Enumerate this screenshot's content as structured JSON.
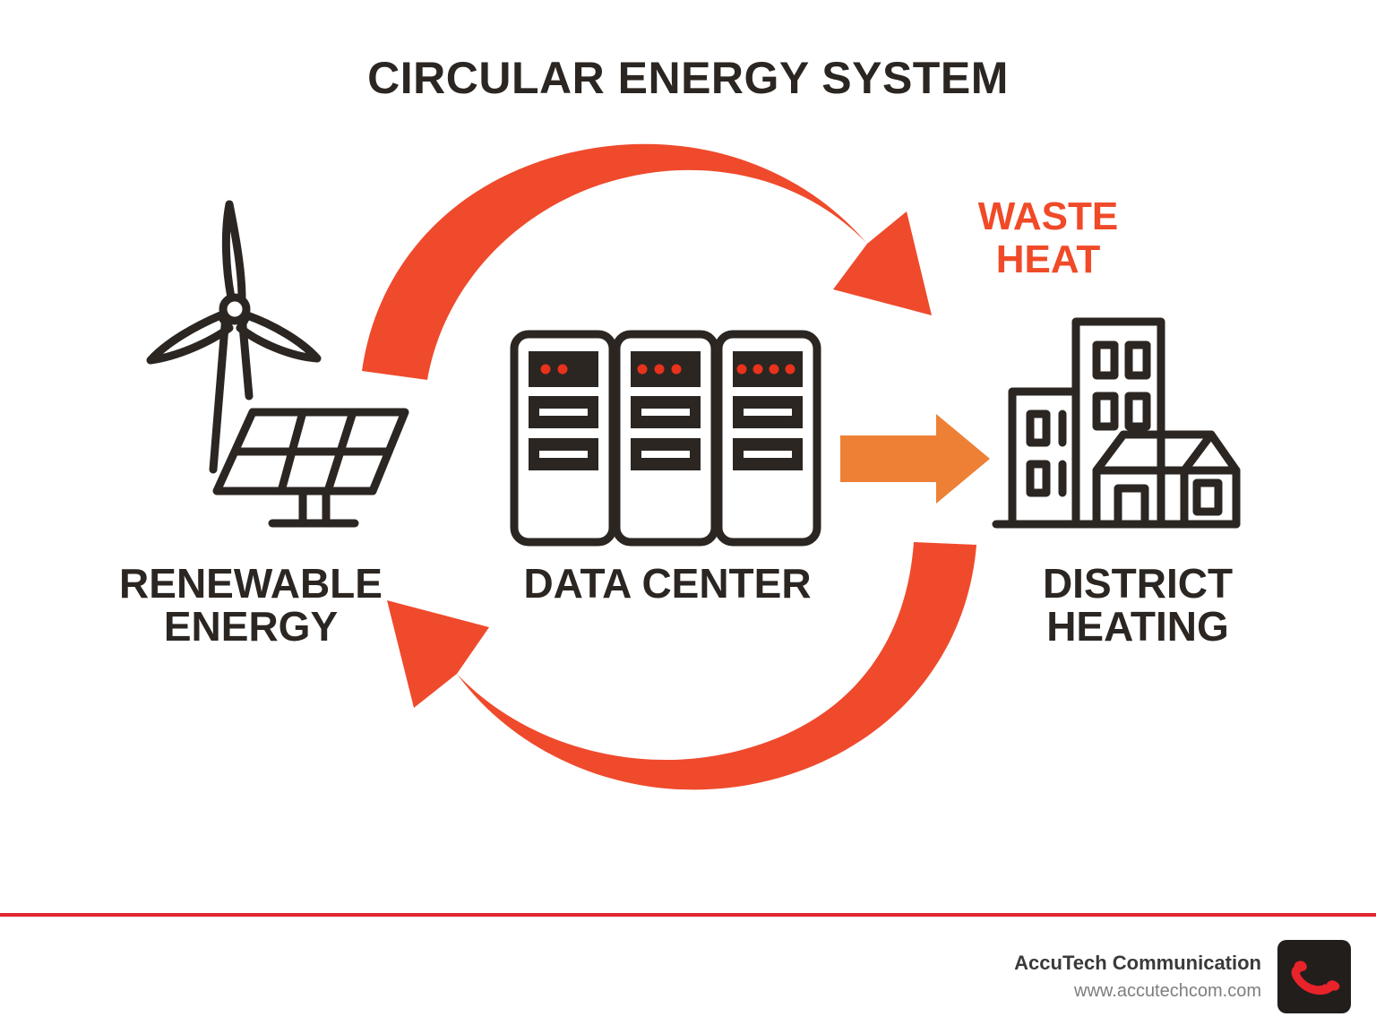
{
  "page": {
    "title": "CIRCULAR ENERGY SYSTEM",
    "background_color": "#FFFFFF"
  },
  "colors": {
    "dark": "#2B2622",
    "red_arrow": "#EF4A2C",
    "orange_arrow": "#EE8036",
    "waste_heat_text": "#F04A28",
    "footer_rule": "#E0262F",
    "footer_company_text": "#3A3A3A",
    "footer_url_text": "#7E7E7E",
    "logo_background": "#211E1C",
    "logo_handset": "#E8232A",
    "led_red": "#E8321C"
  },
  "diagram": {
    "type": "cycle",
    "nodes": [
      {
        "id": "renewable",
        "label": "RENEWABLE\nENERGY",
        "icon": "wind-turbine-and-solar-panel-icon"
      },
      {
        "id": "data-center",
        "label": "DATA CENTER",
        "icon": "server-racks-icon",
        "server_racks": [
          {
            "led_count": 2
          },
          {
            "led_count": 3
          },
          {
            "led_count": 4
          }
        ]
      },
      {
        "id": "district-heating",
        "label": "DISTRICT\nHEATING",
        "icon": "city-buildings-icon"
      }
    ],
    "flows": [
      {
        "id": "waste-heat-flow",
        "label": "WASTE\nHEAT",
        "from": "renewable",
        "to": "district-heating",
        "style": "thick-curved-arrow",
        "color": "#EF4A2C"
      },
      {
        "id": "heat-delivery-flow",
        "label": "",
        "from": "data-center",
        "to": "district-heating",
        "style": "straight-arrow",
        "color": "#EE8036"
      },
      {
        "id": "return-loop-flow",
        "label": "",
        "from": "district-heating",
        "to": "renewable",
        "style": "thick-curved-arrow",
        "color": "#EF4A2C"
      }
    ]
  },
  "footer": {
    "company": "AccuTech Communication",
    "url": "www.accutechcom.com",
    "logo_icon": "telephone-handset-icon"
  }
}
